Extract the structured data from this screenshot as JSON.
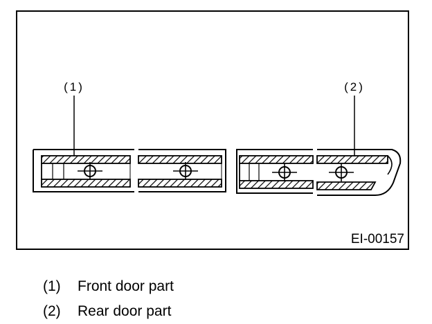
{
  "figure": {
    "id": "EI-00157",
    "callouts": [
      "(1)",
      "(2)"
    ]
  },
  "legend": [
    {
      "number": "(1)",
      "label": "Front door part"
    },
    {
      "number": "(2)",
      "label": "Rear door part"
    }
  ]
}
